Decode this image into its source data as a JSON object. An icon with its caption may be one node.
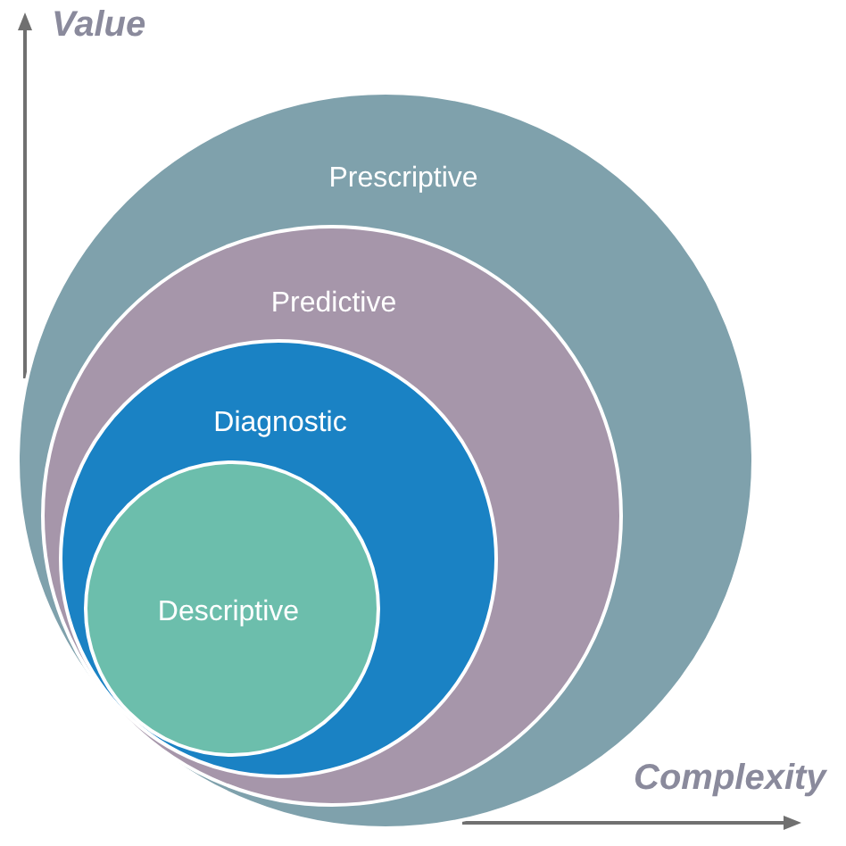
{
  "diagram": {
    "nodes": [
      {
        "text": [
          "Prescriptive"
        ]
      },
      {
        "text": [
          "Predictive"
        ],
        "in": 0
      },
      {
        "text": [
          "Diagnostic"
        ],
        "in": 1
      },
      {
        "text": [
          "Descriptive"
        ],
        "in": 2
      }
    ],
    "labels": [
      "Value",
      "Complexity"
    ]
  }
}
